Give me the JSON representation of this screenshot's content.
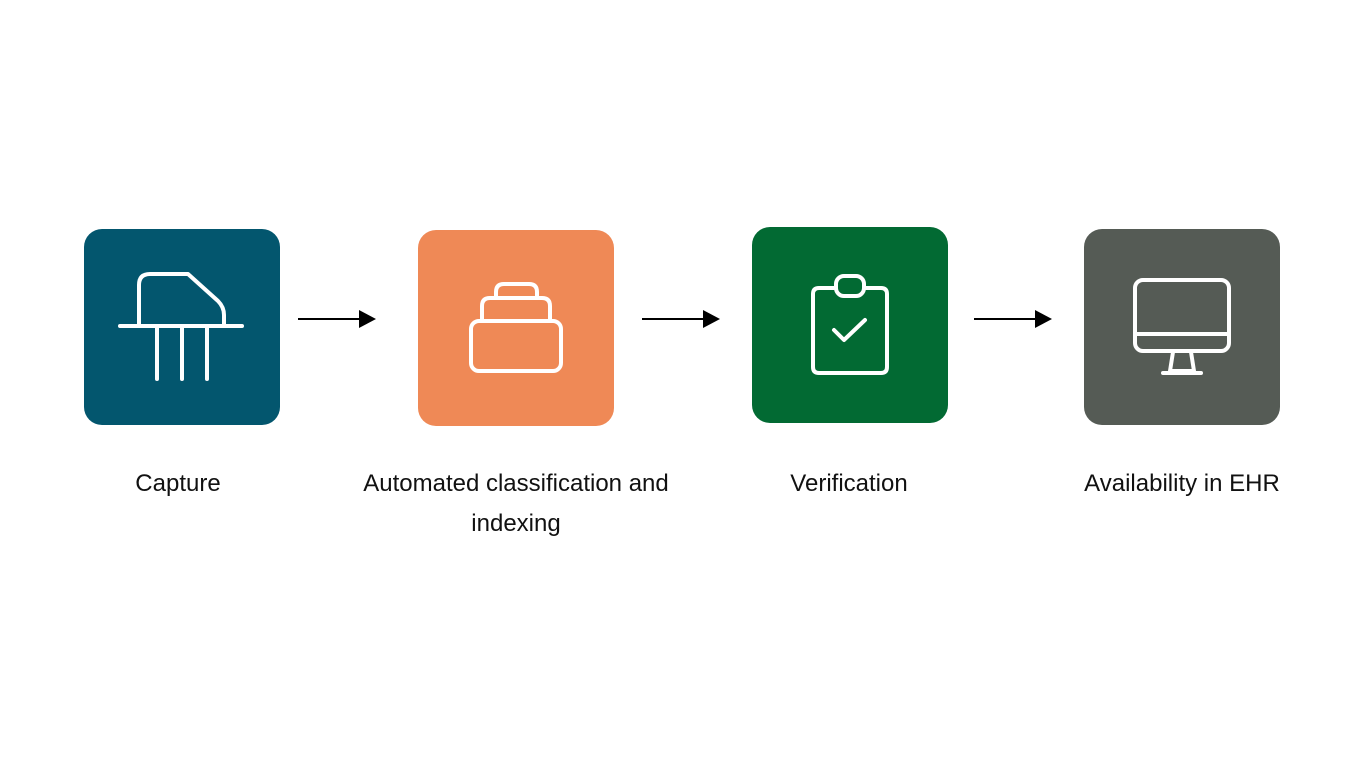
{
  "steps": [
    {
      "label": "Capture",
      "icon": "scanner-icon",
      "color": "#03566e"
    },
    {
      "label": "Automated classification and indexing",
      "icon": "stacked-folders-icon",
      "color": "#ef8956"
    },
    {
      "label": "Verification",
      "icon": "clipboard-check-icon",
      "color": "#026a33"
    },
    {
      "label": "Availability in EHR",
      "icon": "monitor-icon",
      "color": "#555b55"
    }
  ],
  "connectors": [
    {
      "icon": "arrow-right-icon"
    },
    {
      "icon": "arrow-right-icon"
    },
    {
      "icon": "arrow-right-icon"
    }
  ]
}
